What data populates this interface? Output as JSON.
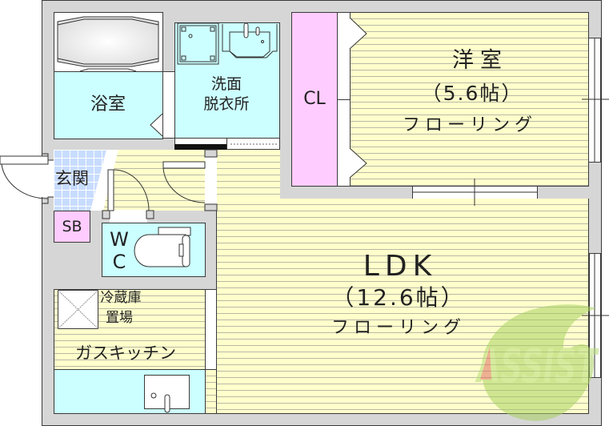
{
  "plan": {
    "rooms": {
      "bathroom": {
        "label": "浴室"
      },
      "washroom": {
        "line1": "洗面",
        "line2": "脱衣所"
      },
      "closet": {
        "label": "CL"
      },
      "western_room": {
        "name": "洋室",
        "size": "（5.6帖）",
        "floor": "フローリング"
      },
      "entrance": {
        "label": "玄関"
      },
      "shoe_box": {
        "label": "SB"
      },
      "toilet": {
        "line1": "W",
        "line2": "C"
      },
      "ldk": {
        "name": "LDK",
        "size": "（12.6帖）",
        "floor": "フローリング"
      },
      "fridge_space": {
        "line1": "冷蔵庫",
        "line2": "置場"
      },
      "kitchen": {
        "label": "ガスキッチン"
      }
    },
    "watermark": {
      "text": "ASSIST"
    },
    "colors": {
      "wall": "#d6d6d6",
      "flooring": "#ffffcc",
      "wet_area": "#ccffff",
      "storage": "#ffccff",
      "entrance_tile": "#c8dcff",
      "watermark_green": "#a8d060",
      "watermark_red": "#e07060"
    }
  }
}
